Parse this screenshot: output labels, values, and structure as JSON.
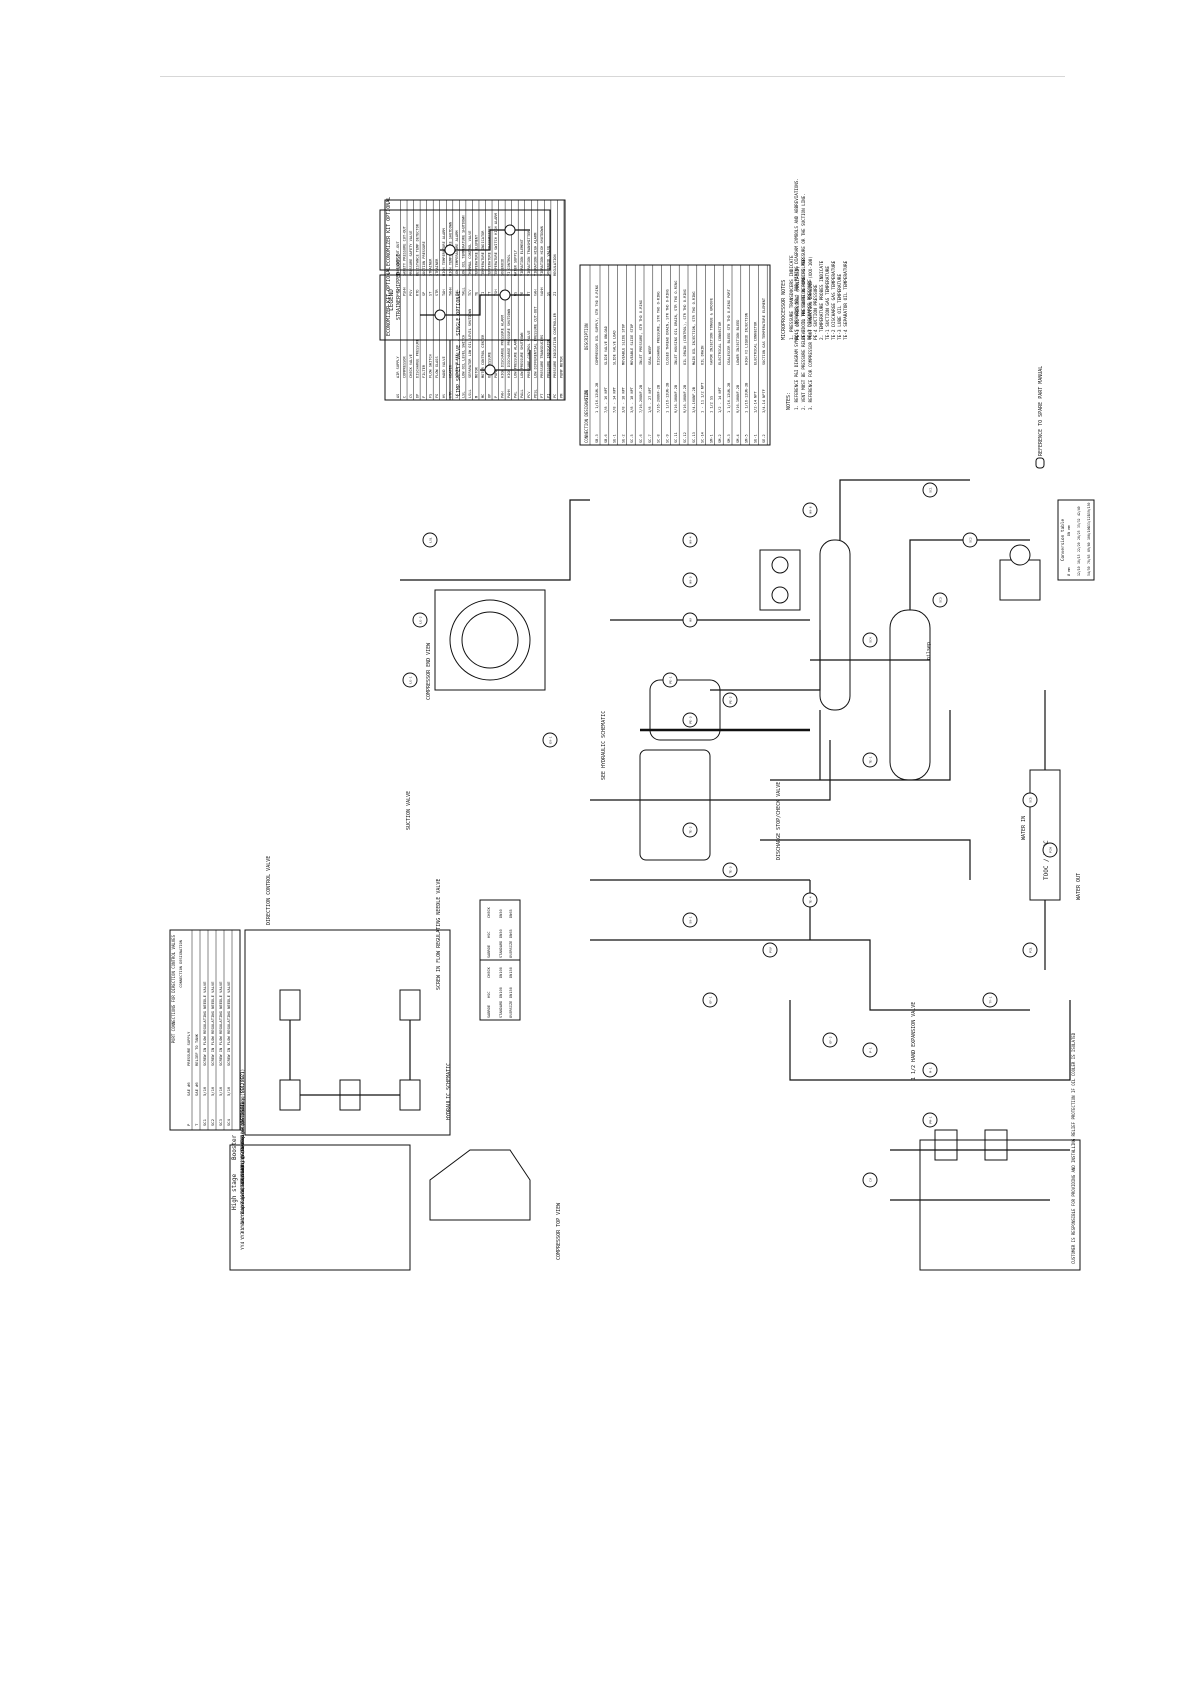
{
  "legend": {
    "title": "LEGEND",
    "rows": [
      {
        "code": "AS",
        "desc": "AIR SUPPLY",
        "code2": "PSL",
        "desc2": "PRESSURE CUT-OUT"
      },
      {
        "code": "C",
        "desc": "COMPRESSOR",
        "code2": "PSHH",
        "desc2": "SAFETY PRESSURE CUT-OUT"
      },
      {
        "code": "CV",
        "desc": "CHECK VALVE",
        "code2": "PSV",
        "desc2": "PRESSURE SAFETY VALVE"
      },
      {
        "code": "DP",
        "desc": "DISCHARGE PRESSURE",
        "code2": "RTD",
        "desc2": "RESISTANCE TEMP DETECTOR"
      },
      {
        "code": "F",
        "desc": "FILTER",
        "code2": "SP",
        "desc2": "SUCTION PRESSURE"
      },
      {
        "code": "FS",
        "desc": "FLOW SWITCH",
        "code2": "ST",
        "desc2": "STRAINER"
      },
      {
        "code": "FG",
        "desc": "FLOW GLASS",
        "code2": "STR",
        "desc2": "STRAINER"
      },
      {
        "code": "HV",
        "desc": "HAND VALVE",
        "code2": "TAH",
        "desc2": "HIGH TEMPERATURE ALARM"
      },
      {
        "code": "HTR",
        "desc": "HEATER",
        "code2": "TAHH",
        "desc2": "HIGH TEMPERATURE SHUTDOWN"
      },
      {
        "code": "LG",
        "desc": "LEVEL GLASS",
        "code2": "TAL",
        "desc2": "LOW TEMPERATURE ALARM"
      },
      {
        "code": "LSL",
        "desc": "LOW OIL LEVEL SWITCH",
        "code2": "TALL",
        "desc2": "LOW OIL TEMPERATURE SHUTDOWN"
      },
      {
        "code": "LSLL",
        "desc": "SEPARATOR LOW OIL LEVEL SHUTDOWN",
        "code2": "TCV",
        "desc2": "THERMAL CONTROL VALVE"
      },
      {
        "code": "M",
        "desc": "MOTOR",
        "code2": "TE",
        "desc2": "TEMPERATURE ELEMENT"
      },
      {
        "code": "MC",
        "desc": "MOTOR CONTROL CENTER",
        "code2": "TI",
        "desc2": "TEMPERATURE INDICATOR"
      },
      {
        "code": "OP",
        "desc": "OIL PRESSURE",
        "code2": "TT",
        "desc2": "TEMPERATURE TRANSMITTER"
      },
      {
        "code": "P",
        "desc": "PUMP",
        "code2": "TSH",
        "desc2": "TEMPERATURE SWITCH HIGH ALARM"
      },
      {
        "code": "PAH",
        "desc": "HIGH DISCHARGE PRESSURE ALARM",
        "code2": "VM",
        "desc2": "SOLENOID"
      },
      {
        "code": "PAHH",
        "desc": "HIGH DISCHARGE PRESSURE SHUTDOWN",
        "code2": "VI",
        "desc2": "VI CONTROL"
      },
      {
        "code": "PAL",
        "desc": "LOW PRESSURE ALARM",
        "code2": "WS",
        "desc2": "WATER SUPPLY"
      },
      {
        "code": "PALL",
        "desc": "LOW PRESSURE SHUTDOWN",
        "code2": "VE",
        "desc2": "VIBRATION ELEMENT"
      },
      {
        "code": "PCV",
        "desc": "PRESSURE CONTROL VALVE",
        "code2": "VT",
        "desc2": "VIBRATION TRANSMITTER"
      },
      {
        "code": "PDSL",
        "desc": "LOW DIFFERENTIAL PRESSURE CUT-OUT",
        "code2": "VAH",
        "desc2": "VIBRATION HIGH ALARM"
      },
      {
        "code": "PT",
        "desc": "PRESSURE TRANSDUCERS",
        "code2": "VAHH",
        "desc2": "VIBRATION HIGH SHUTDOWN"
      },
      {
        "code": "PI",
        "desc": "PRESSURE INDICATOR",
        "code2": "SV",
        "desc2": "SOLENOID VALVE"
      },
      {
        "code": "PC",
        "desc": "PRESSURE INDICATION CONTROLLER",
        "code2": "ZI",
        "desc2": "REGULATION"
      },
      {
        "code": "PM",
        "desc": "PUMP MOTOR",
        "code2": "",
        "desc2": ""
      }
    ]
  },
  "connections": {
    "headers": [
      "CONNECTION DESIGNATION",
      "SIZE",
      "DESCRIPTION"
    ],
    "rows": [
      {
        "id": "SB-3",
        "size": "1 1/16-12UN-2B",
        "desc": "COMPRESSOR OIL SUPPLY, STR THD O-RING"
      },
      {
        "id": "SB-6",
        "size": "7/8 - 16 NPT",
        "desc": "SLIDE VALVE UNLOAD"
      },
      {
        "id": "SE-1",
        "size": "7/8 - 14 NPT",
        "desc": "SLIDE VALVE LOAD"
      },
      {
        "id": "SE-2",
        "size": "3/8 - 18 NPT",
        "desc": "MOVEABLE SLIDE STOP"
      },
      {
        "id": "SC-5",
        "size": "3/8 - 18 NPT",
        "desc": "MOVEABLE SLIDE STOP"
      },
      {
        "id": "SC-6",
        "size": "7/16-20UNF-2B",
        "desc": "INLET PRESSURE, STR THD O-RING"
      },
      {
        "id": "SC-7",
        "size": "1/8 - 27 NPT",
        "desc": "SEAL WEEP"
      },
      {
        "id": "SC-8",
        "size": "7/16-20UNF-2B",
        "desc": "DISCHARGE PRESSURE, STR THD O-RING"
      },
      {
        "id": "SC-9",
        "size": "1 1/16-12UN-2B",
        "desc": "CLOSED THREAD DRAIN, STR THD O-RING"
      },
      {
        "id": "SC-11",
        "size": "9/16-18UNF-2B",
        "desc": "INLET HOUSING OIL DRAIN, STR THD O-RING"
      },
      {
        "id": "SC-12",
        "size": "9/16-18UNF-2B",
        "desc": "OIL DRAIN (CONTROL), STR THD O-RING"
      },
      {
        "id": "SC-13",
        "size": "3/4-16UNF-2B",
        "desc": "MAIN OIL INJECTION, STR THD O-RING"
      },
      {
        "id": "SC-14",
        "size": "1 - 11 1/2 NPT",
        "desc": "OIL DRAIN"
      },
      {
        "id": "SM-1",
        "size": "1 1/2 SS",
        "desc": "VAPOR INJECTION TONGUE & GROOVE"
      },
      {
        "id": "SM-2",
        "size": "1/2 - 14 NPT",
        "desc": "ELECTRICAL CONNECTOR"
      },
      {
        "id": "SM-3",
        "size": "1 1/16-12UN-2B",
        "desc": "COALESCER BLEED STR THD O-RING PORT"
      },
      {
        "id": "SM-4",
        "size": "9/16-18UNF-2B",
        "desc": "LOWER INJECTION BLEED"
      },
      {
        "id": "SM-5",
        "size": "1 1/16-12UN-2B",
        "desc": "HIGH VI LIQUID INJECTION"
      },
      {
        "id": "SE-1b",
        "size": "1/2-14 NPT",
        "desc": "ELECTRICAL CONNECTOR"
      },
      {
        "id": "SE-2b",
        "size": "3/4-14 NPTF",
        "desc": "SUCTION GAS TEMPERATURE ELEMENT"
      }
    ]
  },
  "port_table": {
    "title": "PORT CONNECTIONS FOR DIRECTION CONTROL VALVES",
    "headers": [
      "CONNECTION DESIGNATION",
      "SIZE",
      "DESCRIPTION"
    ],
    "rows": [
      {
        "id": "P",
        "size": "SAE #6",
        "desc": "PRESSURE SUPPLY"
      },
      {
        "id": "T",
        "size": "SAE #6",
        "desc": "RELIEF TO TANK"
      },
      {
        "id": "SC1",
        "size": "5/16",
        "desc": "SCREW IN FLOW REGULATING NEEDLE VALVE"
      },
      {
        "id": "SC2",
        "size": "5/16",
        "desc": "SCREW IN FLOW REGULATING NEEDLE VALVE"
      },
      {
        "id": "SC3",
        "size": "5/16",
        "desc": "SCREW IN FLOW REGULATING NEEDLE VALVE"
      },
      {
        "id": "SC4",
        "size": "5/16",
        "desc": "SCREW IN FLOW REGULATING NEEDLE VALVE"
      }
    ]
  },
  "conversion": {
    "title": "Conversion table",
    "headers": [
      "Ø mm",
      "DN mm"
    ],
    "rows": [
      [
        "12",
        "10"
      ],
      [
        "16",
        "15"
      ],
      [
        "22",
        "20"
      ],
      [
        "28",
        "25"
      ],
      [
        "35",
        "32"
      ],
      [
        "42",
        "40"
      ],
      [
        "54",
        "50"
      ],
      [
        "76",
        "65"
      ],
      [
        "89",
        "80"
      ],
      [
        "108",
        "100"
      ],
      [
        "133",
        "125"
      ],
      [
        "159",
        "150"
      ]
    ]
  },
  "valve_table_a": {
    "headers": [
      "SABROE",
      "HSC",
      "CHECK"
    ],
    "rows": [
      [
        "STANDARD",
        "DN50",
        "DN50"
      ],
      [
        "OVERSIZE",
        "DN65",
        "DN65"
      ]
    ]
  },
  "valve_table_b": {
    "headers": [
      "SABROE",
      "HSC",
      "CHECK"
    ],
    "rows": [
      [
        "STANDARD",
        "DN100",
        "DN100"
      ],
      [
        "OVERSIZE",
        "DN150",
        "DN150"
      ]
    ]
  },
  "notes": {
    "micro_title": "MICROPROCESSOR NOTES",
    "micro_lines": [
      "1. PRESSURE TRANSDUCERS INDICATE",
      "PE-1 OIL PRESSURE (MANIFOLD)",
      "PE-2 OIL PRESSURE BEFORE FILTER",
      "PE-3 DISCHARGE PRESSURE",
      "PE-4 SUCTION PRESSURE",
      "2. TEMPERATURE PROBES INDICATE",
      "TE-1 SUCTION GAS TEMPERATURE",
      "TE-2 DISCHARGE GAS TEMPERATURE",
      "TE-3 LUBE OIL TEMPERATURE",
      "TE-4 SEPARATOR OIL TEMPERATURE"
    ],
    "notes_title": "NOTES:",
    "notes_lines": [
      "1. REFERENCE P&I DIAGRAM SYMBOLS (DRAWING NO.) FOR PIPING DIAGRAM SYMBOLS AND ABBREVIATIONS.",
      "2. VENT MUST BE PRESSURE RELIEVED TO THE SUCTION RUNNING PRESSURE OR THE SUCTION LINE.",
      "3. REFERENCE FOR COMPRESSOR PORT CONNECTION DRAWING (XXX-100)"
    ],
    "spare_note": "REFERENCE TO SPARE PART MANUAL",
    "customer_note": "CUSTOMER IS RESPONSIBLE FOR PROVIDING AND INSTALLING RELIEF PROTECTION IF OIL COOLER IS ISOLATED"
  },
  "schematic": {
    "booster_title": "Booster",
    "booster_lines": [
      "YY2 : Cap slide loading (SC2/SC1)",
      "YY1 : Cap slide unloading (SC1/SC2)",
      "YY3 : Vi increase (SC3/SC4)",
      "YY4 : Vi decrease (SC4/SC3)"
    ],
    "highstage_title": "High stage",
    "highstage_lines": [
      "YY2 : SC2 closed",
      "YY1 : Cap slide loading (BP/SC1)",
      "YY1 : Cap slide unloading (SC1/BP)",
      "YY3 : Vi increase (SC3/SC4)",
      "YY4 : Vi decrease (SC4/SC3)"
    ]
  },
  "labels": {
    "economizer_kit": "ECONOMIZER KIT OPTIONAL",
    "liquid_injection": "LIMP SAFETY VALVE - SINGLE OPTIONAL",
    "direction_control_valve": "DIRECTION CONTROL VALVE",
    "screw_valve": "SCREW IN FLOW REGULATING NEEDLE VALVE",
    "hydraulic_schematic": "HYDRAULIC SCHEMATIC",
    "compressor_top_view": "COMPRESSOR TOP VIEW",
    "compressor_end_view": "COMPRESSOR END VIEW",
    "see_hydraulic": "SEE HYDRAULIC SCHEMATIC",
    "suction_valve": "SUCTION VALVE",
    "discharge_stop": "DISCHARGE STOP/CHECK VALVE",
    "separator": "oilsep",
    "water_in": "WATER IN",
    "water_out": "WATER OUT",
    "expansion_valve": "1 1/2 HAND EXPANSION VALVE",
    "oil_cooler": "TOOC / WOOC",
    "strainer": "STRAINER SHIPPED LOOSE"
  },
  "tags": [
    "PE-1",
    "PE-2",
    "PE-3",
    "TE-1",
    "TE-2",
    "TE-3",
    "TE-4",
    "SV-1",
    "PSV",
    "OF-1",
    "OF-2",
    "P-1",
    "M-1",
    "PM-1",
    "CV",
    "HV",
    "HV-3",
    "HV-4",
    "HV-6",
    "SC1",
    "SC2",
    "SC3",
    "SC4",
    "SC5",
    "PZH",
    "PZL",
    "TY-1",
    "EV-1",
    "LG-1",
    "LG-2",
    "LSL"
  ]
}
